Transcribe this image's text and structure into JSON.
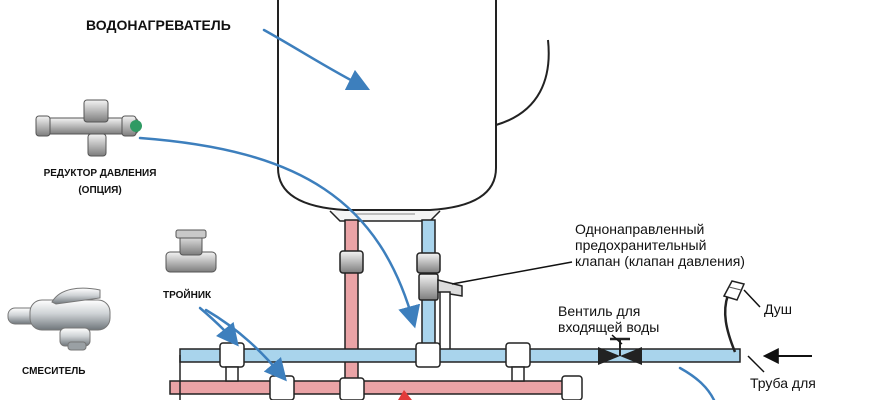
{
  "labels": {
    "heater": "ВОДОНАГРЕВАТЕЛЬ",
    "reducer_line1": "РЕДУКТОР ДАВЛЕНИЯ",
    "reducer_line2": "(ОПЦИЯ)",
    "tee": "ТРОЙНИК",
    "mixer": "СМЕСИТЕЛЬ",
    "valve_line1": "Однонаправленный",
    "valve_line2": "предохранительный",
    "valve_line3": "клапан (клапан давления)",
    "inlet_line1": "Вентиль для",
    "inlet_line2": "входящей воды",
    "shower": "Душ",
    "pipe": "Труба для"
  },
  "colors": {
    "cold_pipe": "#a9d4ec",
    "hot_pipe": "#eaa3a6",
    "arrow_blue": "#3d7fbd",
    "arrow_red": "#e23b3b",
    "outline": "#222222"
  },
  "icons": [
    "pressure-reducer-photo",
    "tee-fitting-photo",
    "mixer-faucet-photo"
  ]
}
